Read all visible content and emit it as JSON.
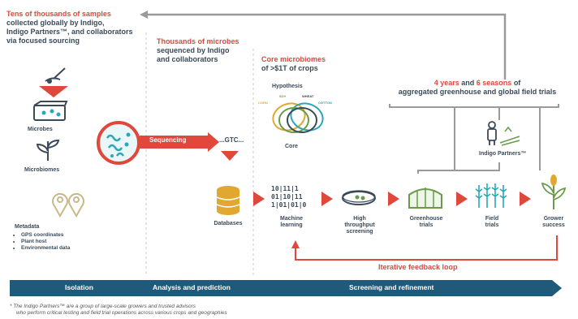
{
  "top_notes": {
    "samples_red": "Tens of thousands of samples",
    "samples_line2": "collected globally by Indigo,",
    "samples_line3": "Indigo Partners™, and collaborators",
    "samples_line4": "via focused sourcing",
    "microbes_red": "Thousands of microbes",
    "microbes_line2": "sequenced by Indigo",
    "microbes_line3": "and collaborators",
    "core_red": "Core microbiomes",
    "core_line2": "of >$1T of crops",
    "trials_years": "4 years",
    "trials_and": "and",
    "trials_seasons": "6 seasons",
    "trials_of": "of",
    "trials_line2": "aggregated greenhouse and global field trials"
  },
  "left_column": {
    "microbes": "Microbes",
    "microbiomes": "Microbiomes",
    "metadata": "Metadata",
    "metadata_items": [
      "GPS coordinates",
      "Plant host",
      "Environmental data"
    ]
  },
  "sequencing": {
    "label": "Sequencing",
    "gtc": "...GTC..."
  },
  "venn": {
    "hypothesis": "Hypothesis",
    "core": "Core",
    "crops": [
      "CORN",
      "SOY",
      "WHEAT",
      "COTTON"
    ]
  },
  "partners": {
    "label": "Indigo Partners™"
  },
  "pipeline": {
    "databases": "Databases",
    "binary": [
      "10|11|1",
      "01|10|11",
      "1|01|01|0"
    ],
    "steps": [
      {
        "line1": "Machine",
        "line2": "learning",
        "line3": ""
      },
      {
        "line1": "High",
        "line2": "throughput",
        "line3": "screening"
      },
      {
        "line1": "Greenhouse",
        "line2": "trials",
        "line3": ""
      },
      {
        "line1": "Field",
        "line2": "trials",
        "line3": ""
      },
      {
        "line1": "Grower",
        "line2": "success",
        "line3": ""
      }
    ]
  },
  "feedback": {
    "label": "Iterative feedback loop"
  },
  "phases": [
    "Isolation",
    "Analysis and prediction",
    "Screening and refinement"
  ],
  "footnote": {
    "line1": "* The Indigo Partners™ are a group of large-scale growers and trusted advisors",
    "line2": "who perform critical testing and field trial operations across various crops and geographies"
  },
  "colors": {
    "accent_red": "#e0483c",
    "dark_navy": "#1f5a7a",
    "gray_line": "#9a9a9a",
    "green": "#6a9a4a",
    "teal": "#2aa8b8",
    "gold": "#e0a830"
  }
}
